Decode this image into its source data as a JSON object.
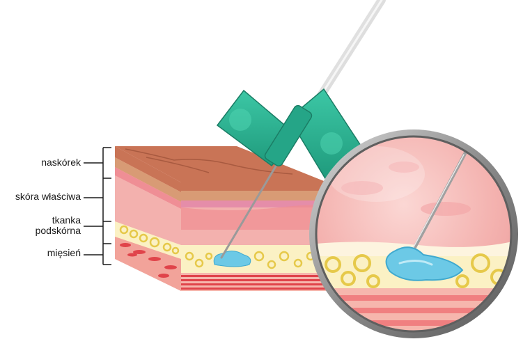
{
  "labels": {
    "epidermis": "naskórek",
    "dermis": "skóra właściwa",
    "subcutis_line1": "tkanka",
    "subcutis_line2": "podskórna",
    "muscle": "mięsień"
  },
  "colors": {
    "needle_hub": "#2bb596",
    "needle_hub_dark": "#1f8f74",
    "epidermis_top": "#c97456",
    "dermis": "#f3b1ae",
    "dermis_dark": "#e98d8e",
    "fat_yellow": "#f3e46a",
    "fat_bg": "#fbf1c4",
    "muscle_red": "#e0434a",
    "injection_fluid": "#6cc9e6",
    "magnifier_rim": "#8d8d8d"
  },
  "icons": {
    "instrument": "butterfly-needle-icon",
    "lens": "magnifying-glass-icon"
  }
}
